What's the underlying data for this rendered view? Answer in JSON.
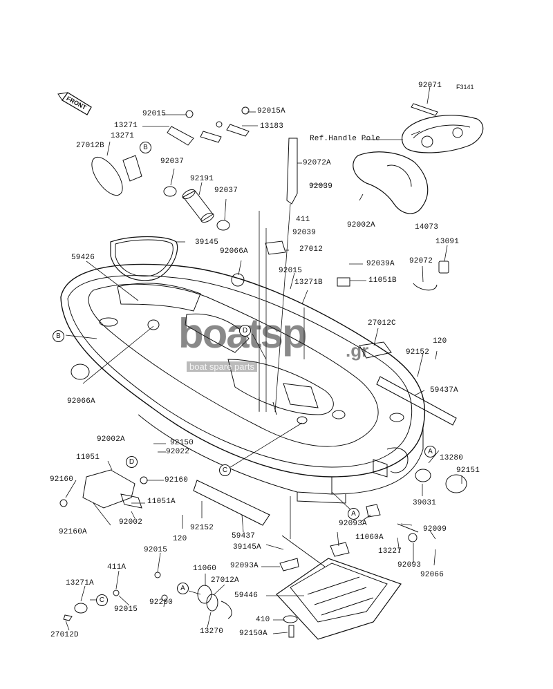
{
  "figure_id": "F3141",
  "front_arrow": "FRONT",
  "ref_note": "Ref.Handle Pole",
  "watermark": {
    "brand": "boatsp",
    "suffix": ".gr",
    "tagline": "boat spare parts"
  },
  "labels": {
    "p92071": "92071",
    "p92015": "92015",
    "p13271_top": "13271",
    "p13271": "13271",
    "p27012B": "27012B",
    "p92015A": "92015A",
    "p13183": "13183",
    "p92037_left": "92037",
    "p92191": "92191",
    "p92037": "92037",
    "p92072A": "92072A",
    "p92039_top": "92039",
    "p411": "411",
    "p92002A_top": "92002A",
    "p14073": "14073",
    "p92039": "92039",
    "p39145": "39145",
    "p27012": "27012",
    "p59426": "59426",
    "p92066A_top": "92066A",
    "p13091": "13091",
    "p92039A": "92039A",
    "p92072": "92072",
    "p92015_mid": "92015",
    "p13271B": "13271B",
    "p11051B": "11051B",
    "p27012C": "27012C",
    "p120_top": "120",
    "p92152_top": "92152",
    "p59437A": "59437A",
    "p92066A": "92066A",
    "p92002A": "92002A",
    "p92150": "92150",
    "p92022": "92022",
    "p11051": "11051",
    "p92160_left": "92160",
    "p92160": "92160",
    "p11051A": "11051A",
    "p13280": "13280",
    "p92151": "92151",
    "p39031": "39031",
    "p92160A": "92160A",
    "p92002": "92002",
    "p120": "120",
    "p92152": "92152",
    "p59437": "59437",
    "p39145A": "39145A",
    "p92093A_top": "92093A",
    "p11060A": "11060A",
    "p92009": "92009",
    "p13227": "13227",
    "p92093": "92093",
    "p92066": "92066",
    "p92015_low": "92015",
    "p411A": "411A",
    "p13271A": "13271A",
    "p92015_b": "92015",
    "p11060": "11060",
    "p27012A": "27012A",
    "p92093A": "92093A",
    "p59446": "59446",
    "p92200": "92200",
    "p410": "410",
    "p13270": "13270",
    "p92150A": "92150A",
    "p27012D": "27012D"
  },
  "callouts": {
    "B_top": "B",
    "B_left": "B",
    "D_top": "D",
    "D_left": "D",
    "C_mid": "C",
    "C_low": "C",
    "A_right": "A",
    "A_mid": "A",
    "A_low": "A"
  }
}
